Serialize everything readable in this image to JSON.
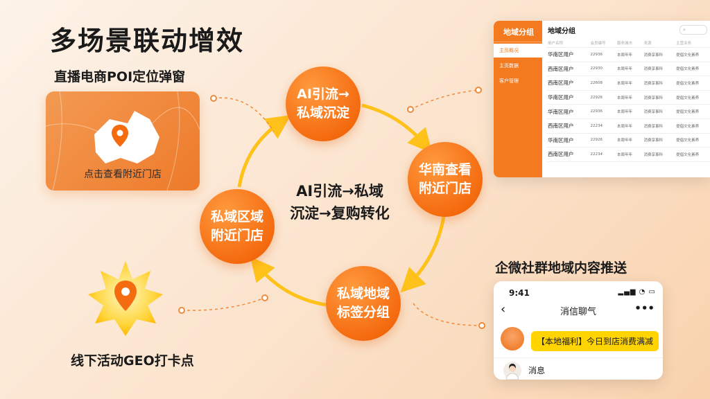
{
  "title": "多场景联动增效",
  "left_top": {
    "label": "直播电商POI定位弹窗",
    "caption": "点击查看附近门店"
  },
  "left_bottom": {
    "label": "线下活动GEO打卡点"
  },
  "cycle": {
    "center": [
      "AI引流→私域",
      "沉淀→复购转化"
    ],
    "nodes": {
      "top": [
        "AI引流→",
        "私域沉淀"
      ],
      "right": [
        "华南查看",
        "附近门店"
      ],
      "bottom": [
        "私域地域",
        "标签分组"
      ],
      "left": [
        "私域区域",
        "附近门店"
      ]
    }
  },
  "crm": {
    "side_title": "地域分组",
    "side_items": [
      "主页概况",
      "主页数据",
      "客户管理"
    ],
    "main_title": "地域分组",
    "headers": [
      "用户名称",
      "会员编号",
      "服务城市",
      "来源",
      "主营业务"
    ],
    "rows": [
      [
        "华南区用户",
        "22936",
        "本周年年",
        "消费享事科",
        "提倡文化素养"
      ],
      [
        "西南区用户",
        "22930",
        "本周年年",
        "消费享事科",
        "提倡文化素养"
      ],
      [
        "西南区用户",
        "22608",
        "本周年年",
        "消费享事科",
        "提倡文化素养"
      ],
      [
        "华南区用户",
        "22926",
        "本周年年",
        "消费享事科",
        "提倡文化素养"
      ],
      [
        "华南区用户",
        "22936",
        "本周年年",
        "消费享事科",
        "提倡文化素养"
      ],
      [
        "西南区用户",
        "22234",
        "本周年年",
        "消费享事科",
        "提倡文化素养"
      ],
      [
        "华南区用户",
        "22926",
        "本周年年",
        "消费享事科",
        "提倡文化素养"
      ],
      [
        "西南区用户",
        "22234",
        "本周年年",
        "消费享事科",
        "提倡文化素养"
      ]
    ]
  },
  "wecom": {
    "label": "企微社群地域内容推送",
    "time": "9:41",
    "status_icons": "▂▄▆ ◔ ▭",
    "back": "‹",
    "chat_title": "消信聊气",
    "more": "•••",
    "bubble": "【本地福利】今日到店消费满减",
    "msg": "消息"
  },
  "colors": {
    "accent": "#f56b10",
    "yellow": "#ffc21a",
    "bubble": "#ffd400"
  },
  "icons": [
    "map-pin-icon",
    "sun-burst-icon",
    "search-icon",
    "avatar-icon"
  ]
}
